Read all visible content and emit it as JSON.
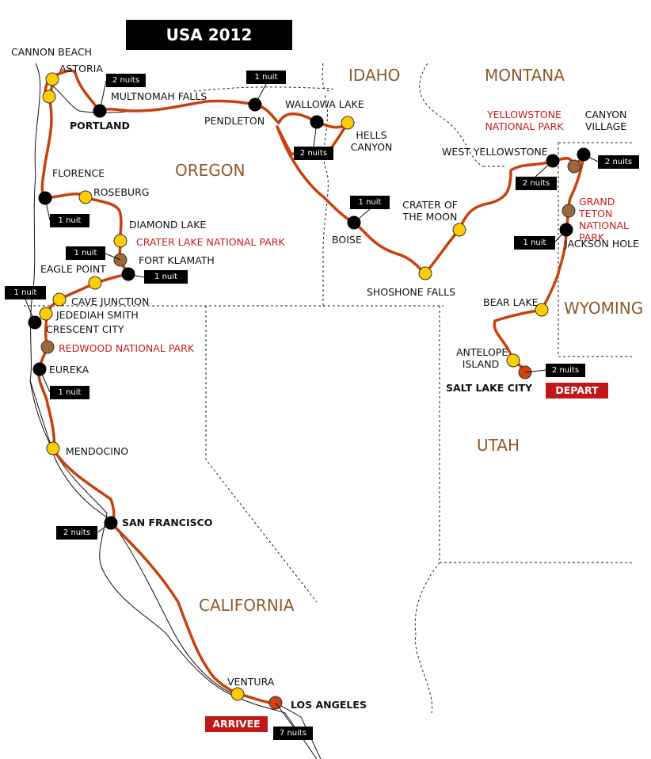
{
  "title": "USA 2012",
  "states": {
    "idaho": "IDAHO",
    "montana": "MONTANA",
    "oregon": "OREGON",
    "wyoming": "WYOMING",
    "utah": "UTAH",
    "california": "CALIFORNIA"
  },
  "places": {
    "cannon_beach": "CANNON BEACH",
    "astoria": "ASTORIA",
    "portland": "PORTLAND",
    "multnomah_falls": "MULTNOMAH FALLS",
    "pendleton": "PENDLETON",
    "wallowa_lake": "WALLOWA LAKE",
    "hells_canyon": "HELLS\nCANYON",
    "florence": "FLORENCE",
    "roseburg": "ROSEBURG",
    "diamond_lake": "DIAMOND LAKE",
    "crater_lake": "CRATER LAKE NATIONAL PARK",
    "fort_klamath": "FORT KLAMATH",
    "eagle_point": "EAGLE POINT",
    "cave_junction": "CAVE JUNCTION",
    "jedediah_smith": "JEDEDIAH SMITH",
    "crescent_city": "CRESCENT CITY",
    "redwood": "REDWOOD NATIONAL PARK",
    "eureka": "EUREKA",
    "mendocino": "MENDOCINO",
    "san_francisco": "SAN FRANCISCO",
    "ventura": "VENTURA",
    "los_angeles": "LOS ANGELES",
    "boise": "BOISE",
    "crater_of_the_moon": "CRATER OF\nTHE MOON",
    "shoshone_falls": "SHOSHONE FALLS",
    "west_yellowstone": "WEST YELLOWSTONE",
    "yellowstone": "YELLOWSTONE\nNATIONAL PARK",
    "canyon_village": "CANYON\nVILLAGE",
    "grand_teton": "GRAND TETON\nNATIONAL\nPARK",
    "jackson_hole": "JACKSON HOLE",
    "bear_lake": "BEAR LAKE",
    "antelope_island": "ANTELOPE\nISLAND",
    "salt_lake_city": "SALT LAKE CITY"
  },
  "stays": {
    "portland": "2 nuits",
    "pendleton": "1 nuit",
    "wallowa": "2 nuits",
    "florence": "1 nuit",
    "fort_klamath": "1 nuit",
    "crater_lake": "1 nuit",
    "crescent_city": "1 nuit",
    "eureka": "1 nuit",
    "san_francisco": "2 nuits",
    "los_angeles": "7 nuits",
    "boise": "1 nuit",
    "west_yellowstone": "2 nuits",
    "canyon_village": "2 nuits",
    "jackson_hole": "1 nuit",
    "salt_lake_city": "2 nuits"
  },
  "badges": {
    "depart": "DEPART",
    "arrivee": "ARRIVEE"
  },
  "colors": {
    "route": "#c8410f",
    "state_label": "#8b5a2b",
    "park_label": "#cc1b1b",
    "stop_yellow": "#ffcc00",
    "stop_black": "#000000",
    "stop_brown": "#9b6a3c",
    "stop_red": "#d7430e"
  }
}
